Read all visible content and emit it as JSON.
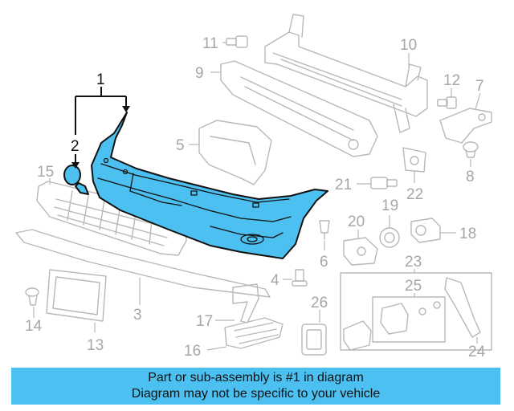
{
  "callouts": {
    "c1": "1",
    "c2": "2",
    "c3": "3",
    "c4": "4",
    "c5": "5",
    "c6": "6",
    "c7": "7",
    "c8": "8",
    "c9": "9",
    "c10": "10",
    "c11": "11",
    "c12": "12",
    "c13": "13",
    "c14": "14",
    "c15": "15",
    "c16": "16",
    "c17": "17",
    "c18": "18",
    "c19": "19",
    "c20": "20",
    "c21": "21",
    "c22": "22",
    "c23": "23",
    "c24": "24",
    "c25": "25",
    "c26": "26"
  },
  "highlight_color": "#4cc0f0",
  "banner": {
    "line1": "Part or sub-assembly is #1 in diagram",
    "line2": "Diagram may not be specific to your vehicle",
    "color": "#4cc0f0"
  }
}
